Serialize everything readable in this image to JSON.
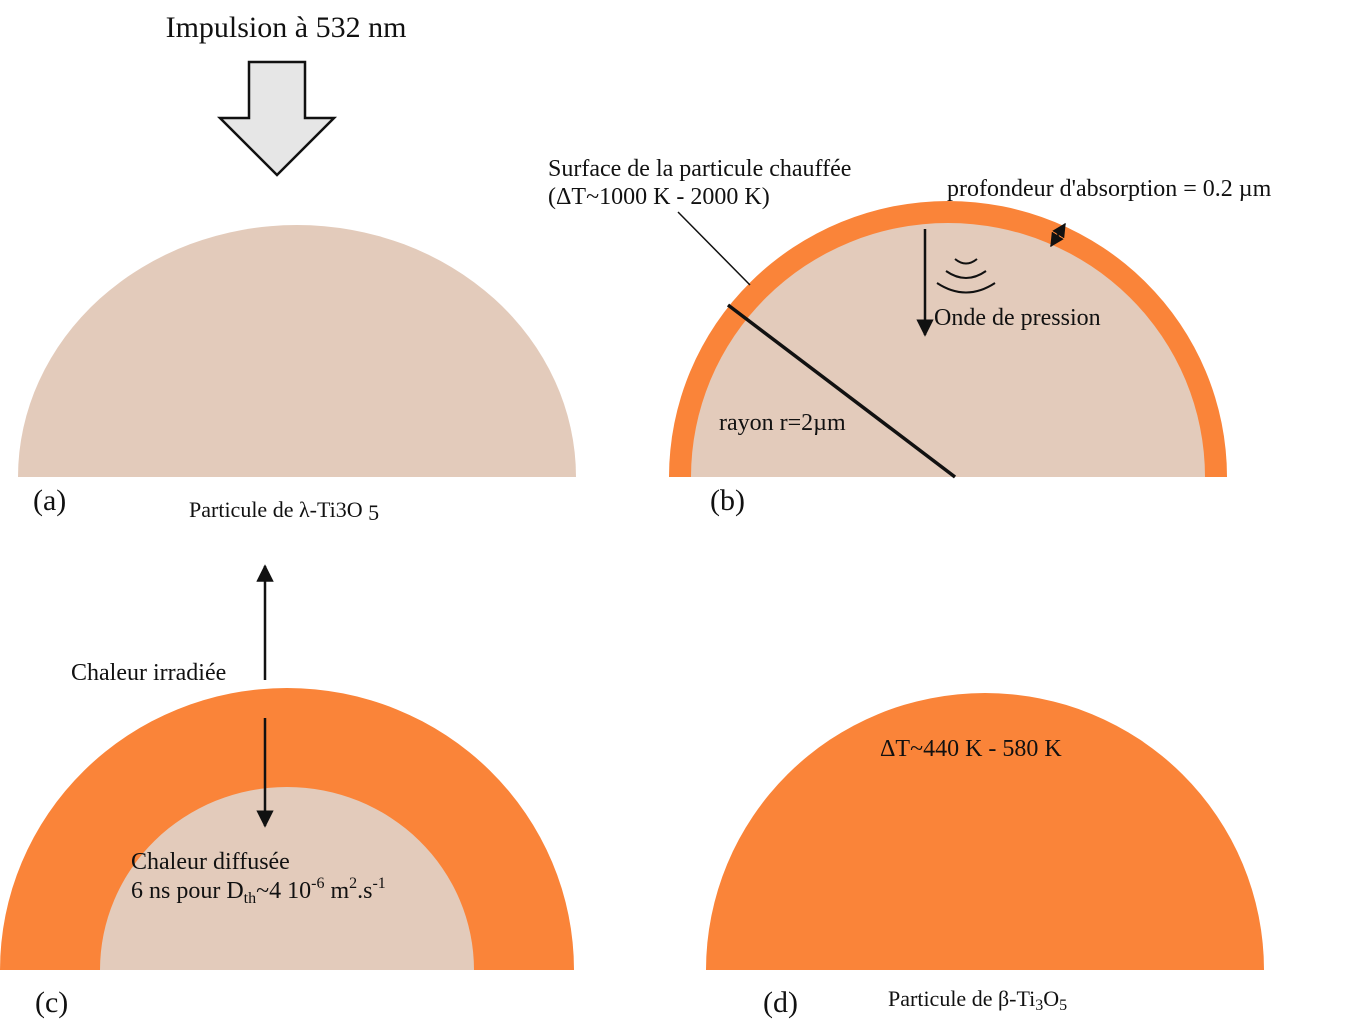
{
  "top": {
    "pulse_label": "Impulsion à 532 nm"
  },
  "panel_a": {
    "label": "(a)",
    "caption": {
      "prefix": "Particule de λ-Ti",
      "sub1": "3",
      "mid": "O ",
      "sub2": "5"
    }
  },
  "panel_b": {
    "label": "(b)",
    "surface_line1": "Surface de la particule chauffée",
    "surface_line2": "(ΔT~1000 K - 2000 K)",
    "absorption": "profondeur d'absorption = 0.2 µm",
    "pressure": "Onde de pression",
    "radius": "rayon r=2µm"
  },
  "panel_c": {
    "label": "(c)",
    "radiated": "Chaleur irradiée",
    "diffused_line1": "Chaleur diffusée",
    "diffused_line2": {
      "a": "6 ns pour D",
      "b": "th",
      "c": "~4 10",
      "d": "-6",
      "e": " m",
      "f": "2",
      "g": ".s",
      "h": "-1"
    }
  },
  "panel_d": {
    "label": "(d)",
    "delta_t": "ΔT~440 K - 580 K",
    "caption": {
      "prefix": "Particule de β-Ti",
      "sub1": "3",
      "mid": "O",
      "sub2": "5"
    }
  },
  "colors": {
    "particle": "#e3cbbb",
    "heated": "#fa8439",
    "arrow_fill": "#e6e6e6",
    "line": "#111111"
  }
}
